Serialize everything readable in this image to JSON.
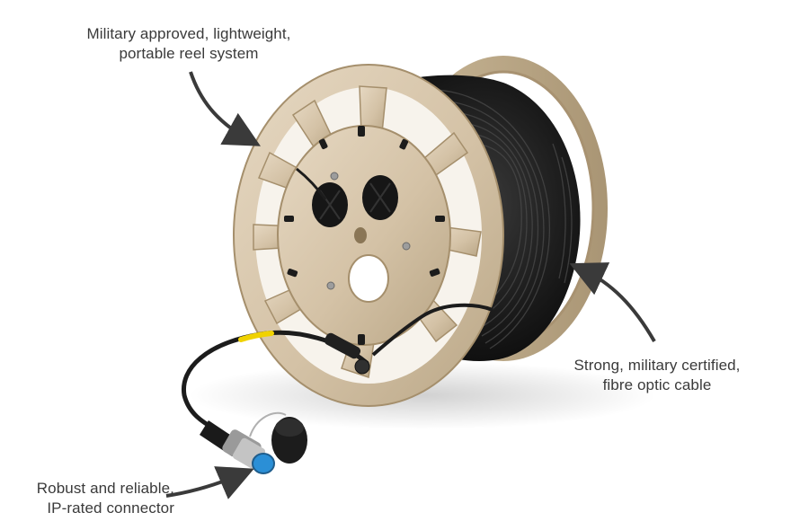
{
  "callouts": {
    "reel": {
      "line1": "Military approved, lightweight,",
      "line2": "portable reel system"
    },
    "cable": {
      "line1": "Strong, military certified,",
      "line2": "fibre optic cable"
    },
    "connector": {
      "line1": "Robust and reliable,",
      "line2": "IP-rated connector"
    }
  },
  "colors": {
    "background": "#ffffff",
    "reel_beige": "#d6c5ac",
    "reel_shadow": "#b7a487",
    "cable_black": "#1c1c1c",
    "yellow_band": "#f0d200",
    "connector_blue": "#2b8fd6",
    "arrow": "#3a3a3a"
  }
}
